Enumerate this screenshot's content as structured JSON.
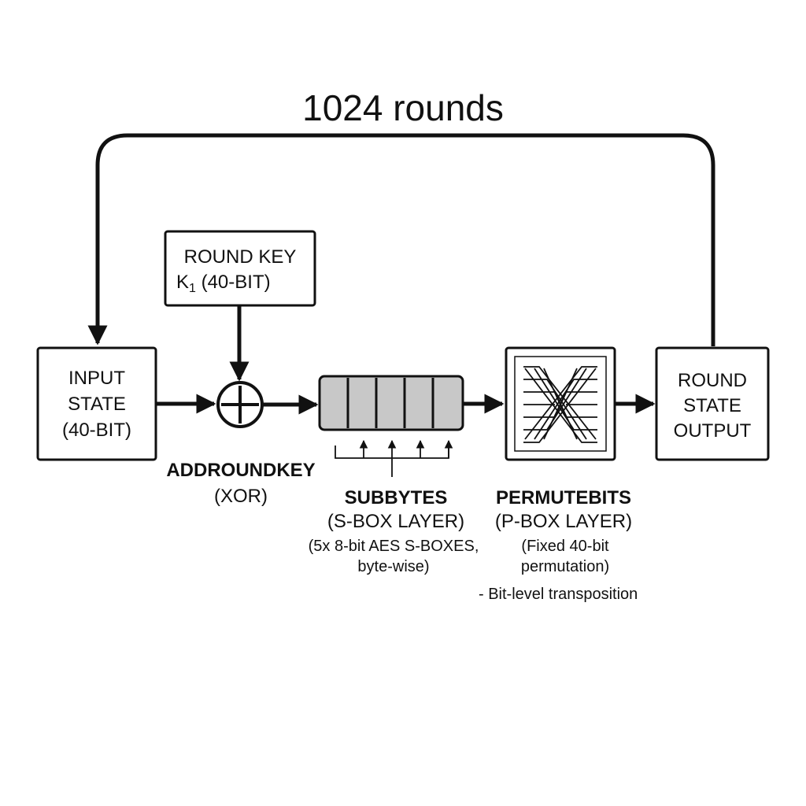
{
  "diagram": {
    "title": "1024 rounds",
    "round_key": {
      "line1": "ROUND KEY",
      "line2_main": "K",
      "line2_sub": "1",
      "line2_tail": " (40-BIT)"
    },
    "input_state": {
      "line1": "INPUT",
      "line2": "STATE",
      "line3": "(40-BIT)"
    },
    "output_state": {
      "line1": "ROUND",
      "line2": "STATE",
      "line3": "OUTPUT"
    },
    "add_round_key": {
      "name": "ADDROUNDKEY",
      "detail": "(XOR)"
    },
    "sub_bytes": {
      "name": "SUBBYTES",
      "detail": "(S-BOX LAYER)",
      "note1": "(5x 8-bit AES S-BOXES,",
      "note2": "byte-wise)"
    },
    "permute_bits": {
      "name": "PERMUTEBITS",
      "detail": "(P-BOX LAYER)",
      "note1": "(Fixed 40-bit",
      "note2": "permutation)",
      "note3": "- Bit-level transposition"
    },
    "colors": {
      "stroke": "#111111",
      "sbox_fill": "#c8c8c8",
      "background": "#ffffff"
    }
  }
}
